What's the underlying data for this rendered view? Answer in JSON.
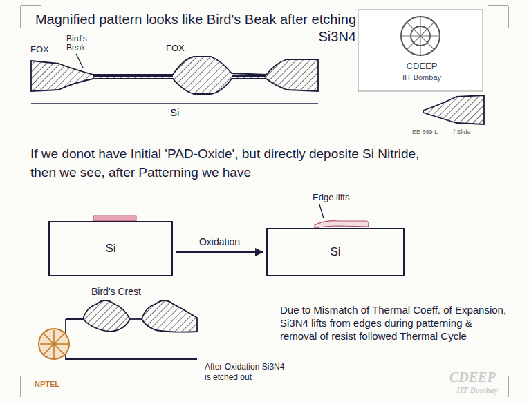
{
  "diagram": {
    "title": "Magnified pattern looks like Bird's Beak after etching Si3N4",
    "nodes": [
      {
        "text": [
          "Si"
        ]
      },
      {
        "text": [
          "Si"
        ]
      }
    ],
    "edges": [
      {
        "from": 0,
        "to": 1,
        "arrow": "to",
        "label": "Oxidation"
      }
    ],
    "labels": [
      "FOX",
      "Bird's Beak",
      "FOX",
      "Si",
      "CDEEP",
      "IIT Bombay",
      "EE 669 L____ / Slide____",
      "If we donot have Initial 'PAD-Oxide', but directly deposite Si Nitride, then we see, after Patterning we have",
      "Edge lifts",
      "Bird's Crest",
      "Due to Mismatch of Thermal Coeff. of Expansion, Si3N4 lifts from edges during patterning & removal of resist followed Thermal Cycle",
      "After Oxidation Si3N4 is etched out",
      "NPTEL",
      "CDEEP",
      "IIT Bombay"
    ]
  }
}
